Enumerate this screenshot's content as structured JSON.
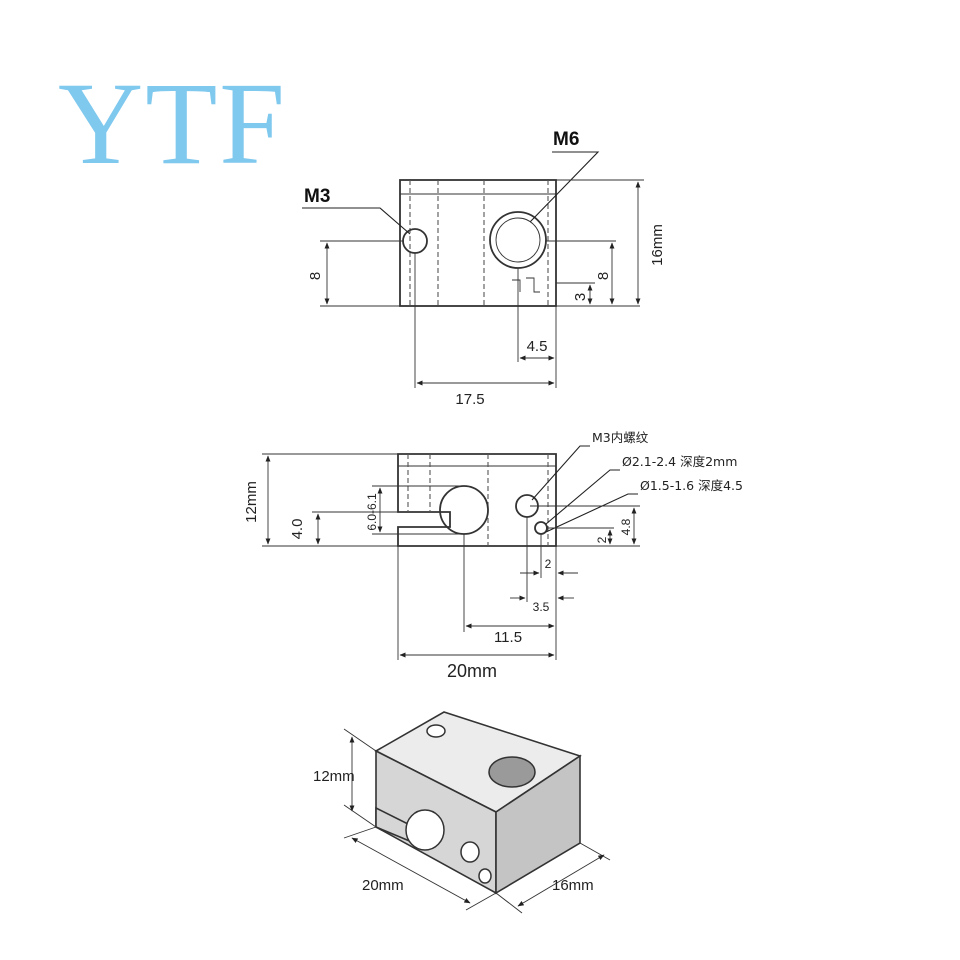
{
  "logo": {
    "text": "YTF",
    "color": "#7fc8ee"
  },
  "top_view": {
    "m3_label": "M3",
    "m6_label": "M6",
    "dim_left": "8",
    "dim_right_inner": "8",
    "dim_height": "16mm",
    "dim_3": "3",
    "dim_4_5": "4.5",
    "dim_width": "17.5"
  },
  "front_view": {
    "callout_thread": "M3内螺纹",
    "callout_hole1": "Ø2.1-2.4 深度2mm",
    "callout_hole2": "Ø1.5-1.6 深度4.5",
    "dim_height": "12mm",
    "dim_slot": "4.0",
    "dim_bore": "6.0-6.1",
    "dim_4_8": "4.8",
    "dim_2_v": "2",
    "dim_2_h": "2",
    "dim_3_5": "3.5",
    "dim_11_5": "11.5",
    "dim_width": "20mm"
  },
  "iso_view": {
    "dim_height": "12mm",
    "dim_length": "20mm",
    "dim_depth": "16mm"
  }
}
